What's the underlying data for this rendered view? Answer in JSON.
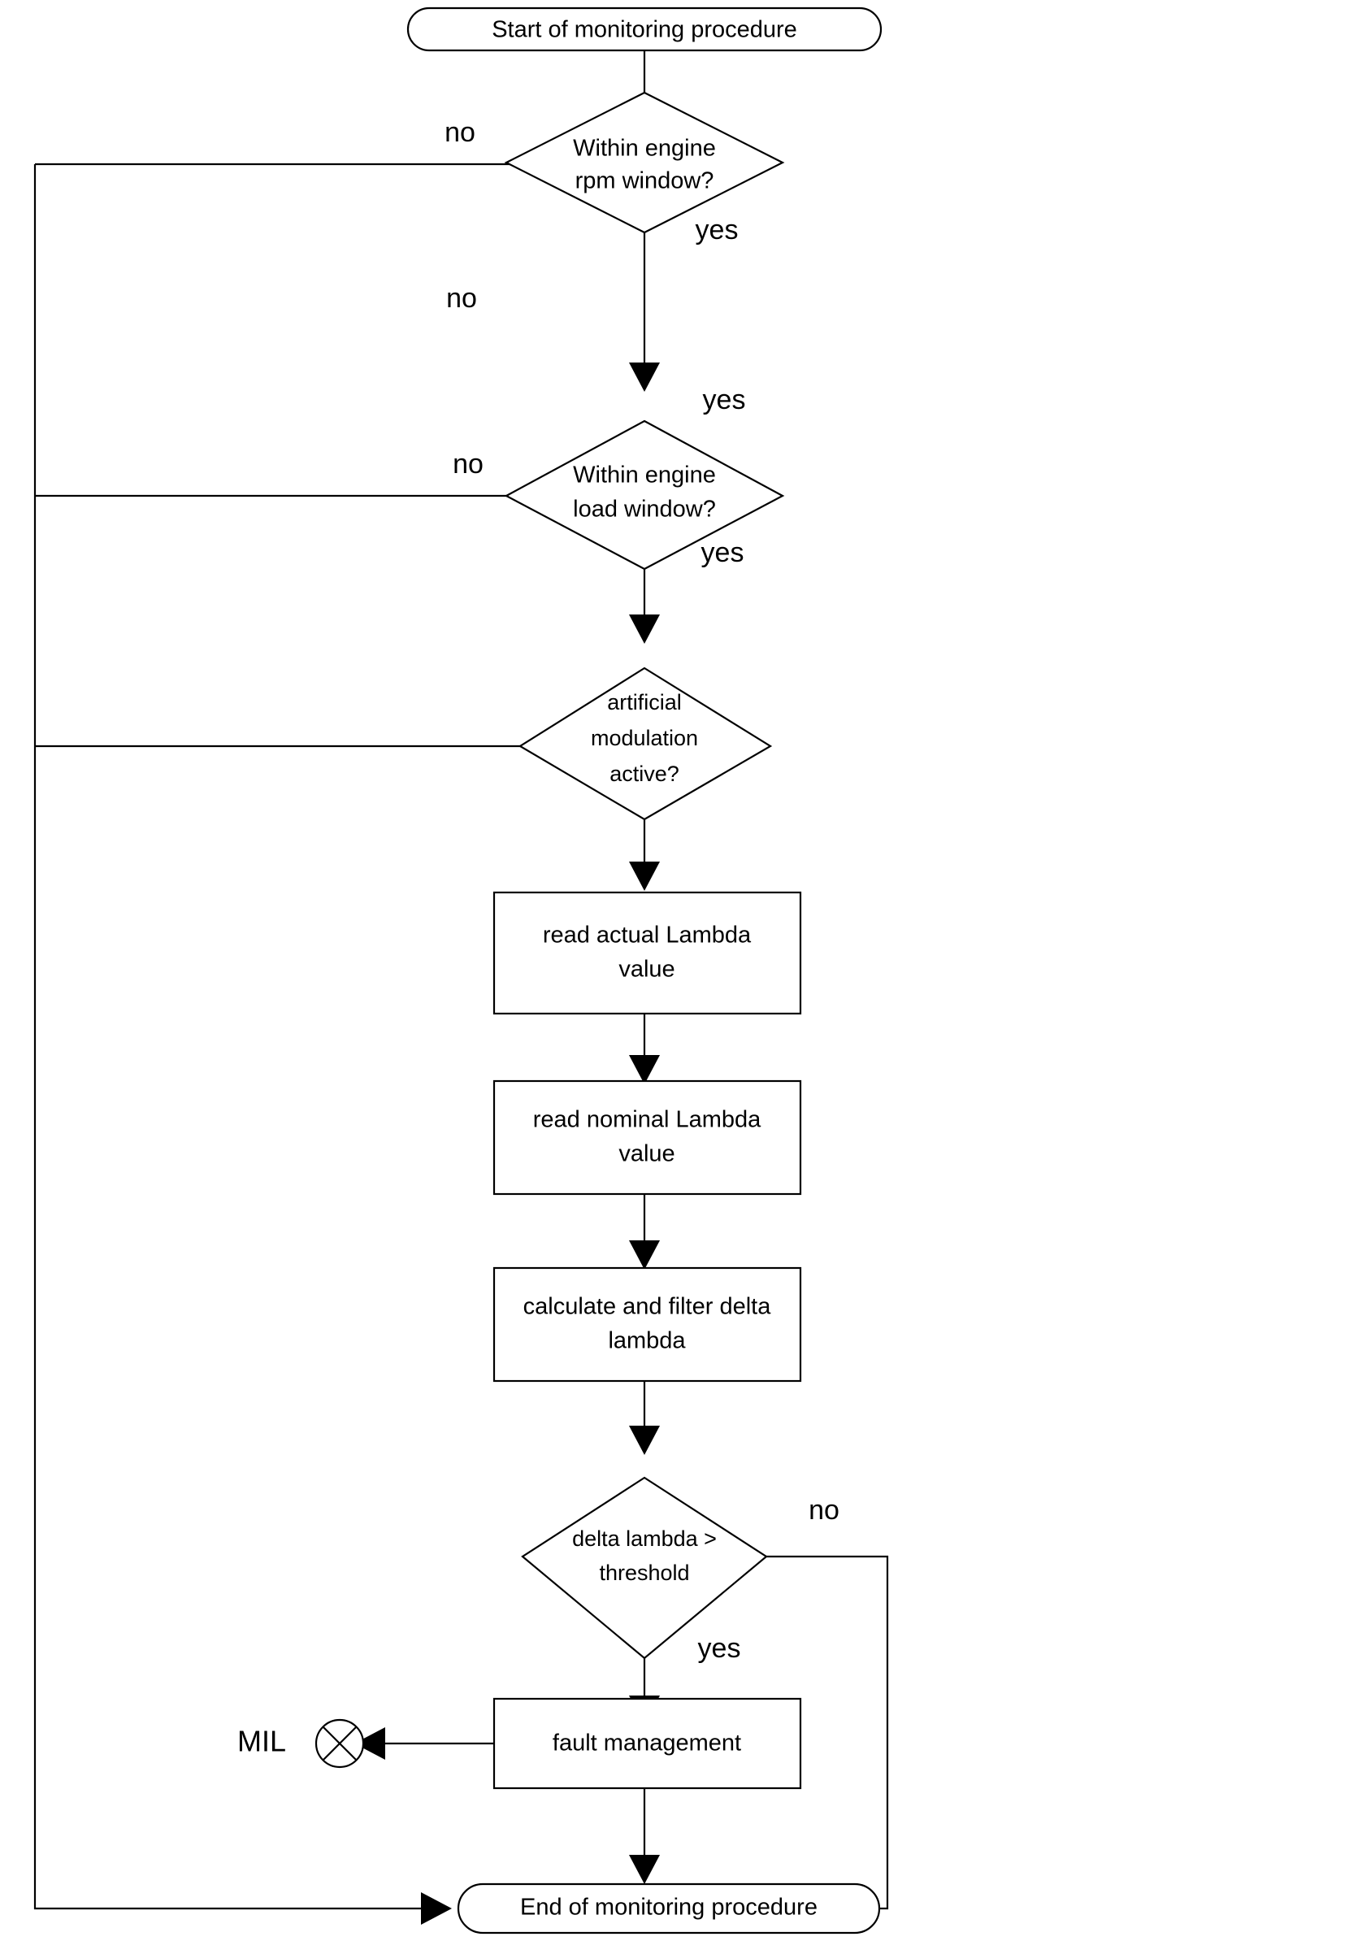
{
  "diagram": {
    "title": "Lambda monitoring procedure flowchart",
    "background_color": "#ffffff",
    "line_color": "#000000"
  },
  "nodes": {
    "start": {
      "type": "terminal",
      "label": "Start of monitoring procedure"
    },
    "decision_rpm": {
      "type": "decision",
      "line1": "Within engine",
      "line2": "rpm window?"
    },
    "decision_load": {
      "type": "decision",
      "line1": "Within engine",
      "line2": "load window?"
    },
    "decision_modulation": {
      "type": "decision",
      "line1": "artificial",
      "line2": "modulation",
      "line3": "active?"
    },
    "read_actual": {
      "type": "process",
      "line1": "read actual Lambda",
      "line2": "value"
    },
    "read_nominal": {
      "type": "process",
      "line1": "read nominal Lambda",
      "line2": "value"
    },
    "calculate_delta": {
      "type": "process",
      "line1": "calculate and filter delta",
      "line2": "lambda"
    },
    "decision_threshold": {
      "type": "decision",
      "line1": "delta lambda >",
      "line2": "threshold"
    },
    "fault_management": {
      "type": "process",
      "line1": "fault management"
    },
    "mil": {
      "type": "indicator",
      "label": "MIL",
      "symbol": "crossed-circle"
    },
    "end": {
      "type": "terminal",
      "label": "End of monitoring procedure"
    }
  },
  "branch_labels": {
    "rpm_no": "no",
    "rpm_yes": "yes",
    "load_no": "no",
    "load_yes": "yes",
    "modulation_no": "no",
    "modulation_yes": "yes",
    "threshold_no": "no",
    "threshold_yes": "yes"
  },
  "edges": [
    {
      "from": "start",
      "to": "decision_rpm",
      "label": ""
    },
    {
      "from": "decision_rpm",
      "to": "decision_load",
      "label": "yes"
    },
    {
      "from": "decision_rpm",
      "to": "end",
      "label": "no"
    },
    {
      "from": "decision_load",
      "to": "decision_modulation",
      "label": "yes"
    },
    {
      "from": "decision_load",
      "to": "end",
      "label": "no"
    },
    {
      "from": "decision_modulation",
      "to": "read_actual",
      "label": "yes"
    },
    {
      "from": "decision_modulation",
      "to": "end",
      "label": "no"
    },
    {
      "from": "read_actual",
      "to": "read_nominal",
      "label": ""
    },
    {
      "from": "read_nominal",
      "to": "calculate_delta",
      "label": ""
    },
    {
      "from": "calculate_delta",
      "to": "decision_threshold",
      "label": ""
    },
    {
      "from": "decision_threshold",
      "to": "fault_management",
      "label": "yes"
    },
    {
      "from": "decision_threshold",
      "to": "end",
      "label": "no"
    },
    {
      "from": "fault_management",
      "to": "mil",
      "label": ""
    },
    {
      "from": "fault_management",
      "to": "end",
      "label": ""
    }
  ]
}
